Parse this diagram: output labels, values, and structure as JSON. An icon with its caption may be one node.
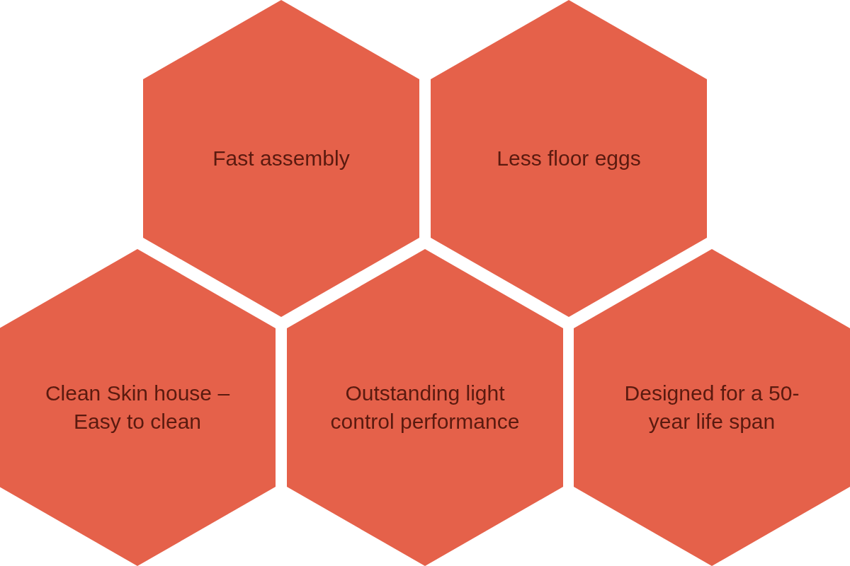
{
  "diagram": {
    "nodes": [
      {
        "text": [
          "Fast assembly"
        ]
      },
      {
        "text": [
          "Less floor eggs"
        ]
      },
      {
        "text": [
          "Clean Skin house – Easy to clean"
        ]
      },
      {
        "text": [
          "Outstanding light control performance"
        ]
      },
      {
        "text": [
          "Designed for a 50-year life span"
        ]
      }
    ]
  }
}
